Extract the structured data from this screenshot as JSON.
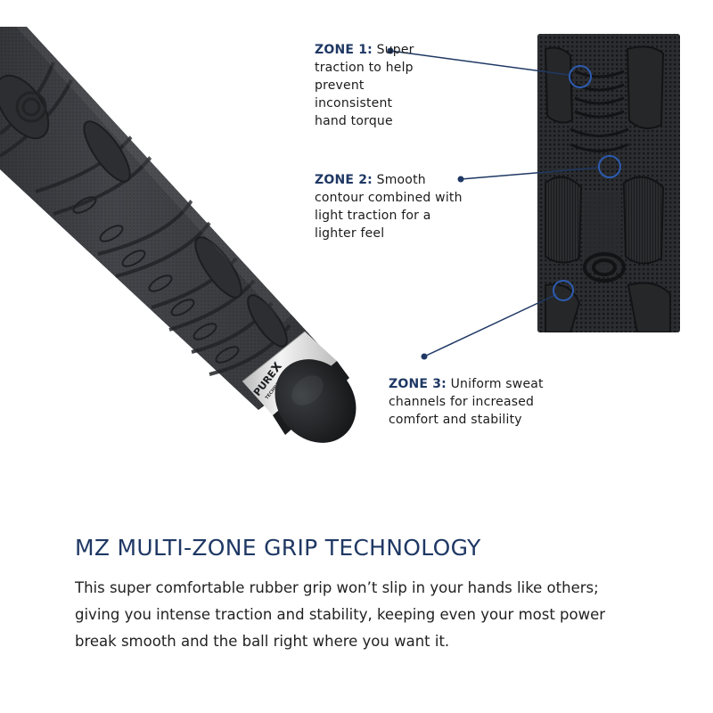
{
  "zones": [
    {
      "label": "ZONE 1:",
      "text": "Super traction to help prevent inconsistent hand torque"
    },
    {
      "label": "ZONE 2:",
      "text": "Smooth contour combined with light traction for a lighter feel"
    },
    {
      "label": "ZONE 3:",
      "text": "Uniform sweat channels for increased comfort and stability"
    }
  ],
  "brand": {
    "logo_main": "PURE",
    "logo_x": "X",
    "logo_sub": "TECHNOLOGY"
  },
  "headline": "MZ MULTI-ZONE GRIP TECHNOLOGY",
  "body": "This super comfortable rubber grip won’t slip in your hands like others; giving you intense traction and stability, keeping even your most power break smooth and the ball right where you want it.",
  "colors": {
    "accent": "#1f3864",
    "grip": "#3a3c40",
    "ferrule": "#e6e6e6",
    "cap": "#151719"
  },
  "icons": [
    "callout-dot-icon",
    "callout-ring-icon"
  ]
}
